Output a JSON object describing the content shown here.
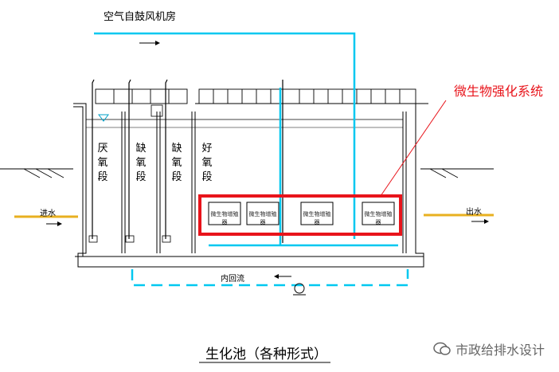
{
  "diagram": {
    "top_label": "空气自鼓风机房",
    "highlight_label": "微生物强化系统",
    "inflow_label": "进水",
    "outflow_label": "出水",
    "return_label": "内回流",
    "caption": "生化池（各种形式）",
    "zones": [
      {
        "label": "厌氧段"
      },
      {
        "label": "缺氧段"
      },
      {
        "label": "缺氧段"
      },
      {
        "label": "好氧段"
      }
    ],
    "boxes": [
      {
        "label": "微生物增殖器"
      },
      {
        "label": "微生物增殖器"
      },
      {
        "label": "微生物增殖器"
      },
      {
        "label": "微生物增殖器"
      }
    ],
    "colors": {
      "air": "#00c8f0",
      "highlight": "#e8141b",
      "flow": "#e8b020",
      "structure": "#000000"
    }
  },
  "watermark": {
    "text": "市政给排水设计",
    "icon": "wechat-icon"
  }
}
